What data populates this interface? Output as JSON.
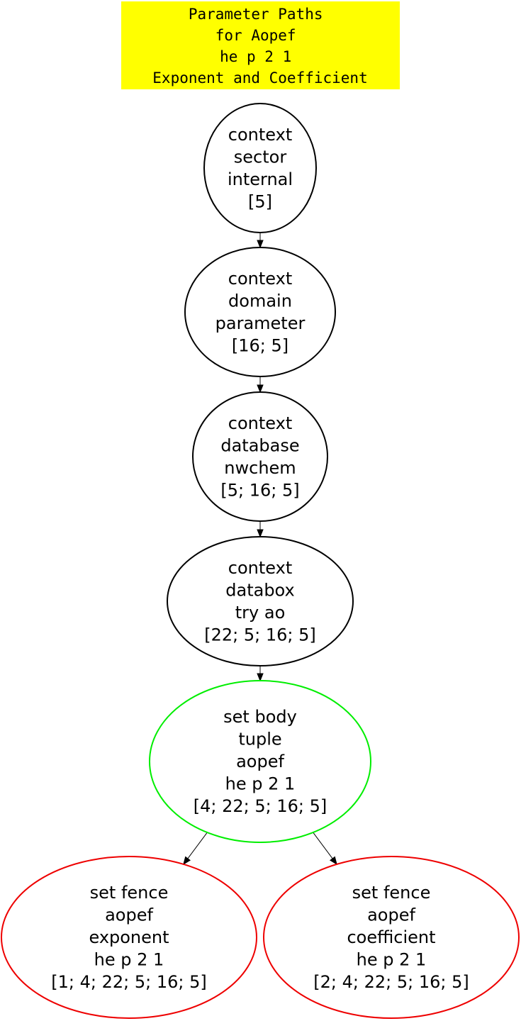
{
  "title": {
    "lines": [
      "Parameter Paths",
      "for Aopef",
      "he p 2 1",
      "Exponent and Coefficient"
    ],
    "background": "#ffff00"
  },
  "nodes": [
    {
      "id": "context-sector",
      "lines": [
        "context",
        "sector",
        "internal",
        "[5]"
      ],
      "stroke": "#000000"
    },
    {
      "id": "context-domain",
      "lines": [
        "context",
        "domain",
        "parameter",
        "[16; 5]"
      ],
      "stroke": "#000000"
    },
    {
      "id": "context-database",
      "lines": [
        "context",
        "database",
        "nwchem",
        "[5; 16; 5]"
      ],
      "stroke": "#000000"
    },
    {
      "id": "context-databox",
      "lines": [
        "context",
        "databox",
        "try ao",
        "[22; 5; 16; 5]"
      ],
      "stroke": "#000000"
    },
    {
      "id": "set-body",
      "lines": [
        "set body",
        "tuple",
        "aopef",
        "he p 2 1",
        "[4; 22; 5; 16; 5]"
      ],
      "stroke": "#00ee00"
    },
    {
      "id": "set-fence-exponent",
      "lines": [
        "set fence",
        "aopef",
        "exponent",
        "he p 2 1",
        "[1; 4; 22; 5; 16; 5]"
      ],
      "stroke": "#ee0000"
    },
    {
      "id": "set-fence-coefficient",
      "lines": [
        "set fence",
        "aopef",
        "coefficient",
        "he p 2 1",
        "[2; 4; 22; 5; 16; 5]"
      ],
      "stroke": "#ee0000"
    }
  ],
  "edges": [
    {
      "from": "context-sector",
      "to": "context-domain"
    },
    {
      "from": "context-domain",
      "to": "context-database"
    },
    {
      "from": "context-database",
      "to": "context-databox"
    },
    {
      "from": "context-databox",
      "to": "set-body"
    },
    {
      "from": "set-body",
      "to": "set-fence-exponent"
    },
    {
      "from": "set-body",
      "to": "set-fence-coefficient"
    }
  ]
}
